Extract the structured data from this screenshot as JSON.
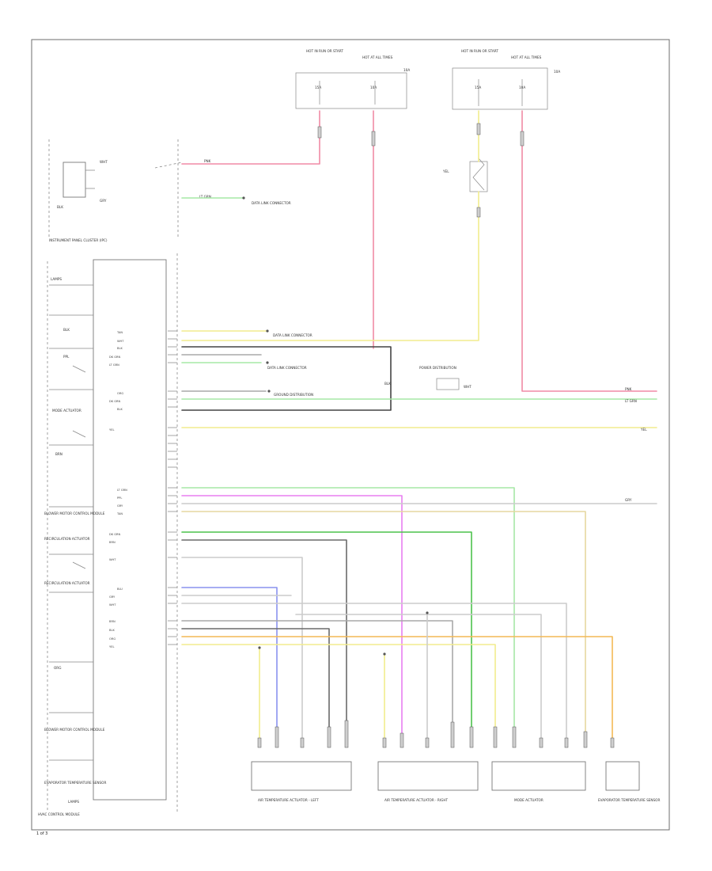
{
  "diagram": {
    "module_labels": {
      "hvac_control_module": "HVAC CONTROL MODULE",
      "instrument_panel_cluster": "INSTRUMENT PANEL CLUSTER (IPC)",
      "lamps": "LAMPS",
      "air_mix_left": "AIR TEMPERATURE ACTUATOR - LEFT",
      "air_mix_right": "AIR TEMPERATURE ACTUATOR - RIGHT",
      "mode_actuator": "MODE ACTUATOR",
      "recirc_actuator": "RECIRCULATION ACTUATOR",
      "evaporator_sensor": "EVAPORATOR TEMPERATURE SENSOR",
      "blower_control": "BLOWER MOTOR CONTROL MODULE"
    },
    "fuse_labels": {
      "hot_run": "HOT IN RUN OR START",
      "hot_at_all_times": "HOT AT ALL TIMES",
      "fuse_15a": "15A",
      "fuse_10a": "10A"
    },
    "wire_labels": {
      "pnk": "PNK",
      "yel": "YEL",
      "grn": "GRN",
      "blu": "BLU",
      "wht": "WHT",
      "gry": "GRY",
      "brn": "BRN",
      "blk": "BLK",
      "tan": "TAN",
      "org": "ORG",
      "ltgrn": "LT GRN",
      "dkgrn": "DK GRN",
      "ppl": "PPL"
    },
    "cross_refs": {
      "data_link": "DATA LINK CONNECTOR",
      "power_dist": "POWER DISTRIBUTION",
      "ground_dist": "GROUND DISTRIBUTION"
    },
    "page_ref": "1 of 3"
  }
}
